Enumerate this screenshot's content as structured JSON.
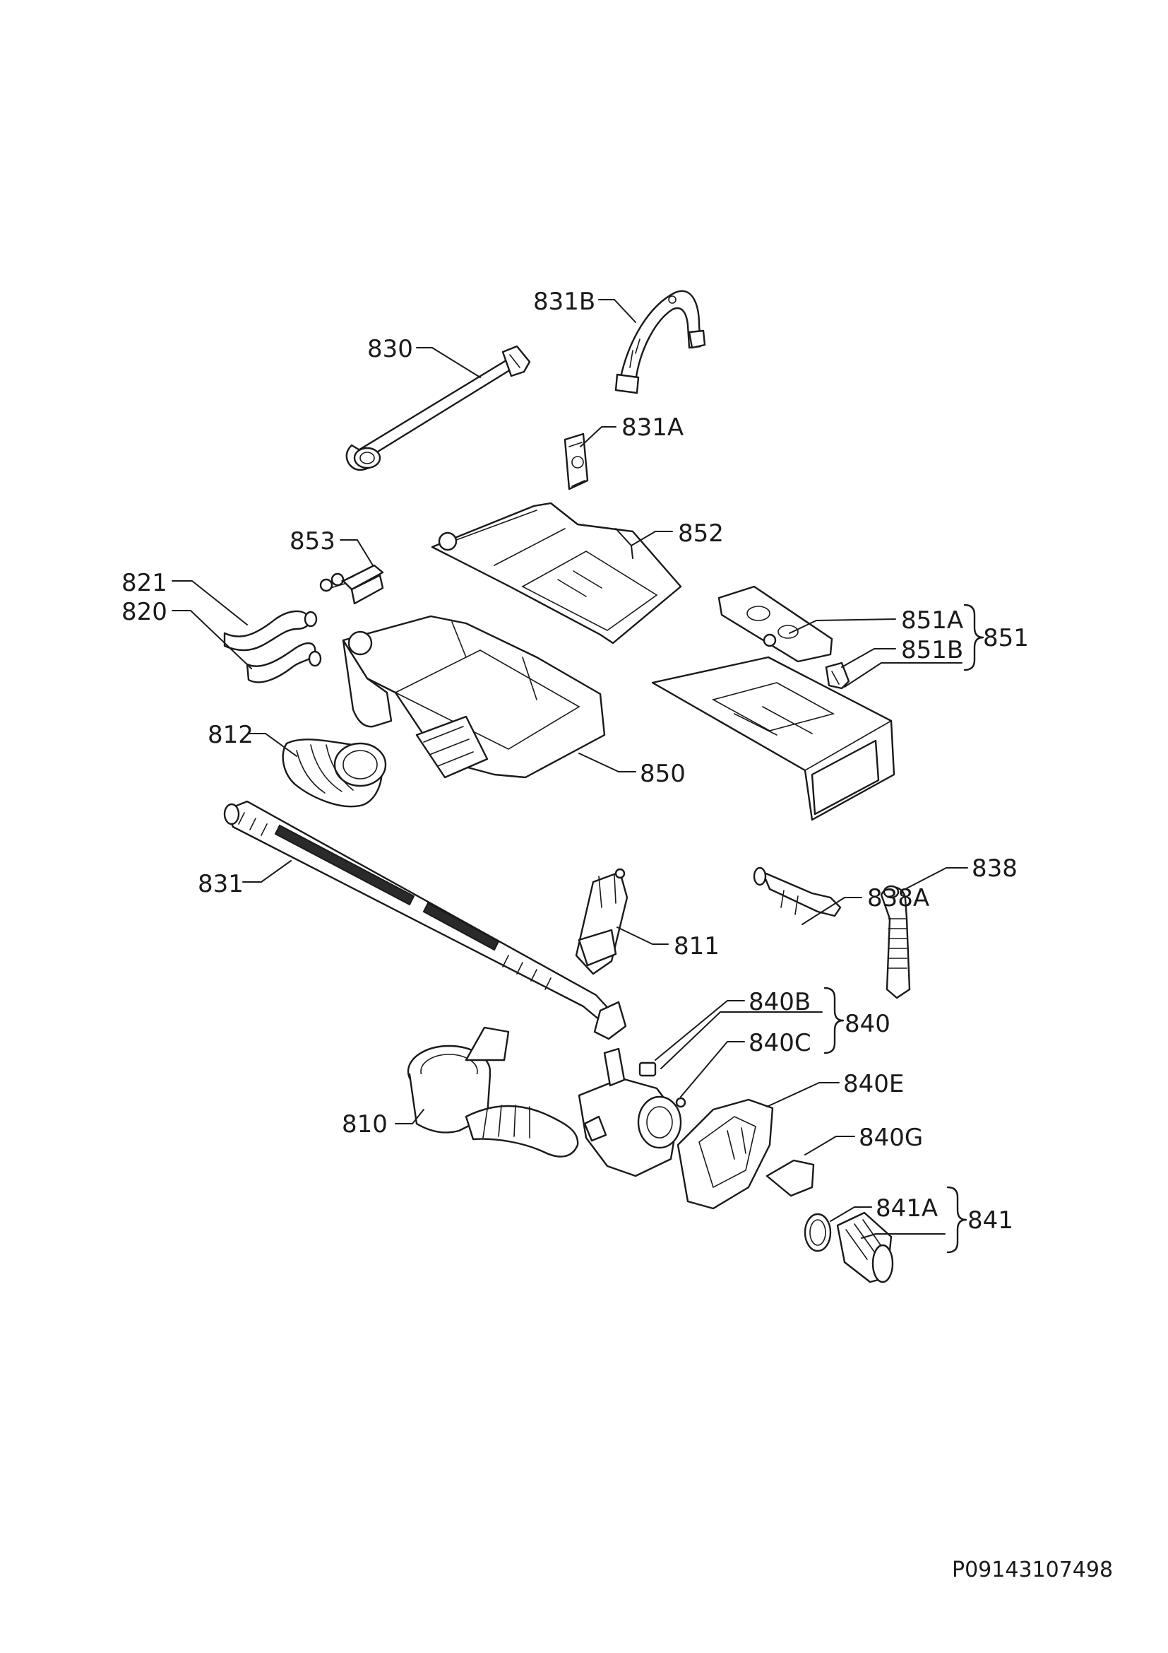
{
  "labels": {
    "p830": "830",
    "p831B": "831B",
    "p831A": "831A",
    "p853": "853",
    "p852": "852",
    "p821": "821",
    "p820": "820",
    "p851A": "851A",
    "p851B": "851B",
    "p851": "851",
    "p812": "812",
    "p850": "850",
    "p831": "831",
    "p838A": "838A",
    "p838": "838",
    "p811": "811",
    "p840B": "840B",
    "p840": "840",
    "p840C": "840C",
    "p840E": "840E",
    "p810": "810",
    "p840G": "840G",
    "p841A": "841A",
    "p841": "841"
  },
  "document": {
    "code": "P09143107498"
  }
}
